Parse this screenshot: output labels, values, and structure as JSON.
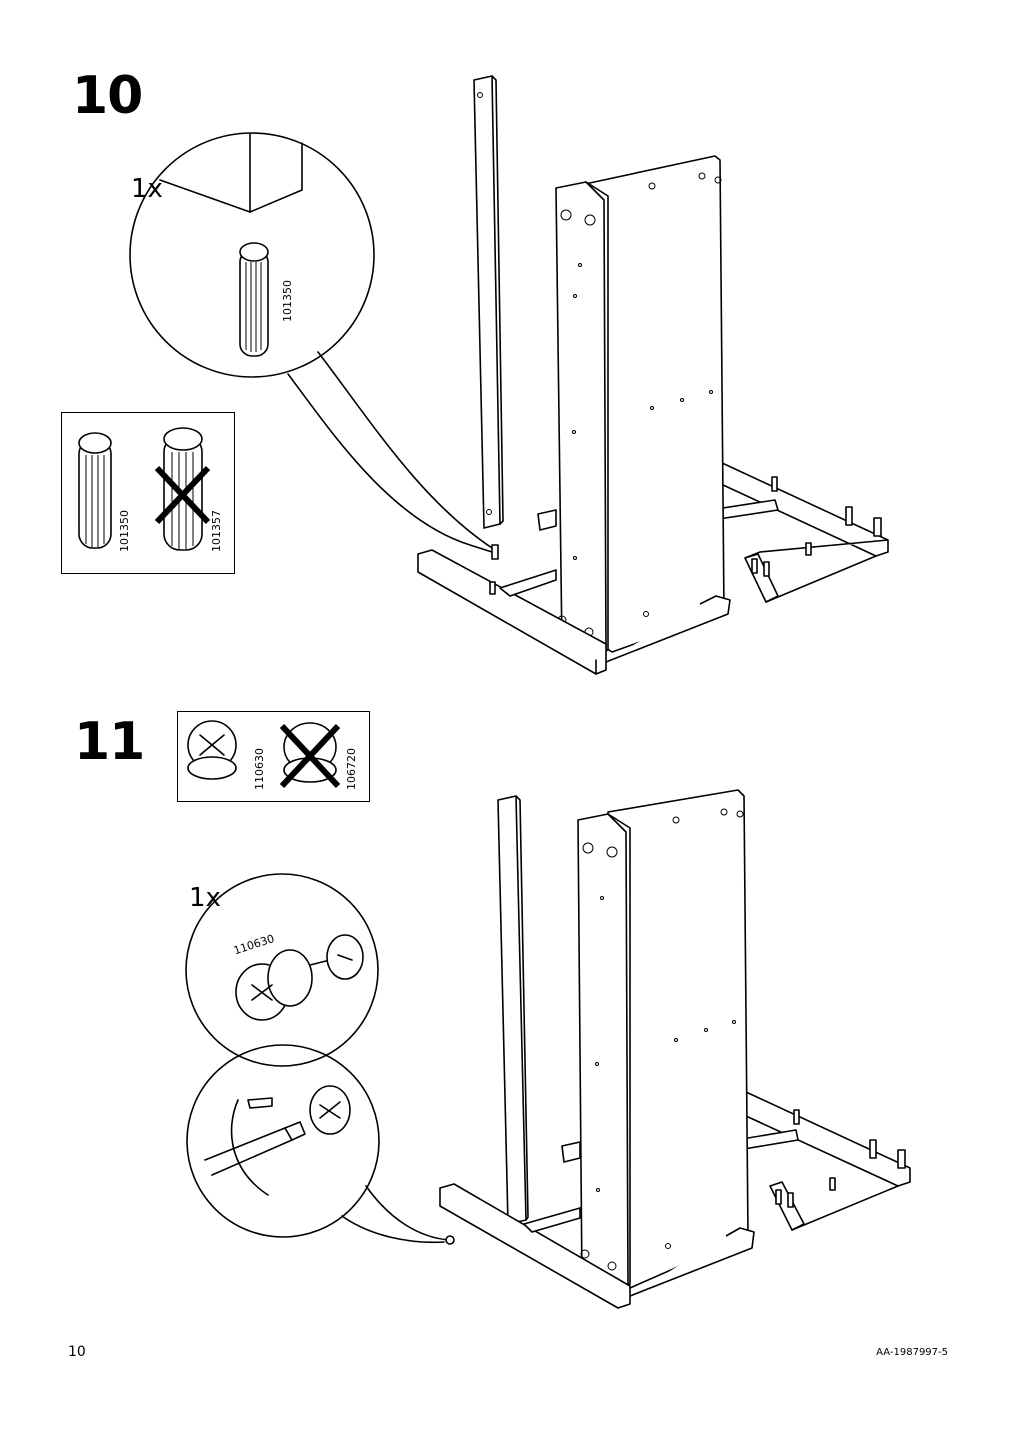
{
  "steps": [
    {
      "number": "10",
      "quantity": "1x",
      "detail_part_code": "101350",
      "compare_box": {
        "correct_code": "101350",
        "wrong_code": "101357"
      }
    },
    {
      "number": "11",
      "quantity": "1x",
      "detail_part_code": "110630",
      "compare_box": {
        "correct_code": "110630",
        "wrong_code": "106720"
      }
    }
  ],
  "footer": {
    "page_number": "10",
    "doc_code": "AA-1987997-5"
  }
}
